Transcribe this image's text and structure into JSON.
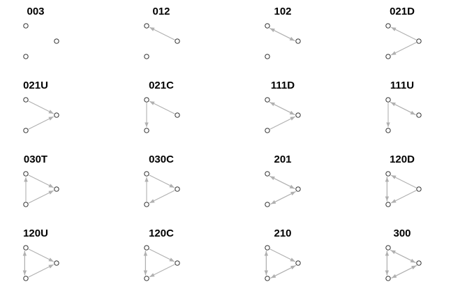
{
  "colors": {
    "edge": "#b0b0b0",
    "node_stroke": "#1a1a1a",
    "node_fill": "#ffffff",
    "title": "#000000"
  },
  "triads": [
    {
      "label": "003",
      "edges": []
    },
    {
      "label": "012",
      "edges": [
        [
          "C",
          "A"
        ]
      ]
    },
    {
      "label": "102",
      "edges": [
        [
          "A",
          "C"
        ],
        [
          "C",
          "A"
        ]
      ]
    },
    {
      "label": "021D",
      "edges": [
        [
          "C",
          "A"
        ],
        [
          "C",
          "B"
        ]
      ]
    },
    {
      "label": "021U",
      "edges": [
        [
          "A",
          "C"
        ],
        [
          "B",
          "C"
        ]
      ]
    },
    {
      "label": "021C",
      "edges": [
        [
          "C",
          "A"
        ],
        [
          "A",
          "B"
        ]
      ]
    },
    {
      "label": "111D",
      "edges": [
        [
          "A",
          "C"
        ],
        [
          "C",
          "A"
        ],
        [
          "B",
          "C"
        ]
      ]
    },
    {
      "label": "111U",
      "edges": [
        [
          "A",
          "C"
        ],
        [
          "C",
          "A"
        ],
        [
          "A",
          "B"
        ]
      ]
    },
    {
      "label": "030T",
      "edges": [
        [
          "A",
          "C"
        ],
        [
          "B",
          "C"
        ],
        [
          "B",
          "A"
        ]
      ]
    },
    {
      "label": "030C",
      "edges": [
        [
          "C",
          "B"
        ],
        [
          "A",
          "C"
        ],
        [
          "B",
          "A"
        ]
      ]
    },
    {
      "label": "201",
      "edges": [
        [
          "A",
          "C"
        ],
        [
          "C",
          "A"
        ],
        [
          "B",
          "C"
        ],
        [
          "C",
          "B"
        ]
      ]
    },
    {
      "label": "120D",
      "edges": [
        [
          "C",
          "A"
        ],
        [
          "C",
          "B"
        ],
        [
          "A",
          "B"
        ],
        [
          "B",
          "A"
        ]
      ]
    },
    {
      "label": "120U",
      "edges": [
        [
          "A",
          "C"
        ],
        [
          "B",
          "C"
        ],
        [
          "A",
          "B"
        ],
        [
          "B",
          "A"
        ]
      ]
    },
    {
      "label": "120C",
      "edges": [
        [
          "A",
          "C"
        ],
        [
          "C",
          "B"
        ],
        [
          "A",
          "B"
        ],
        [
          "B",
          "A"
        ]
      ]
    },
    {
      "label": "210",
      "edges": [
        [
          "A",
          "C"
        ],
        [
          "C",
          "B"
        ],
        [
          "B",
          "C"
        ],
        [
          "A",
          "B"
        ],
        [
          "B",
          "A"
        ]
      ]
    },
    {
      "label": "300",
      "edges": [
        [
          "A",
          "C"
        ],
        [
          "C",
          "A"
        ],
        [
          "B",
          "C"
        ],
        [
          "C",
          "B"
        ],
        [
          "A",
          "B"
        ],
        [
          "B",
          "A"
        ]
      ]
    }
  ]
}
